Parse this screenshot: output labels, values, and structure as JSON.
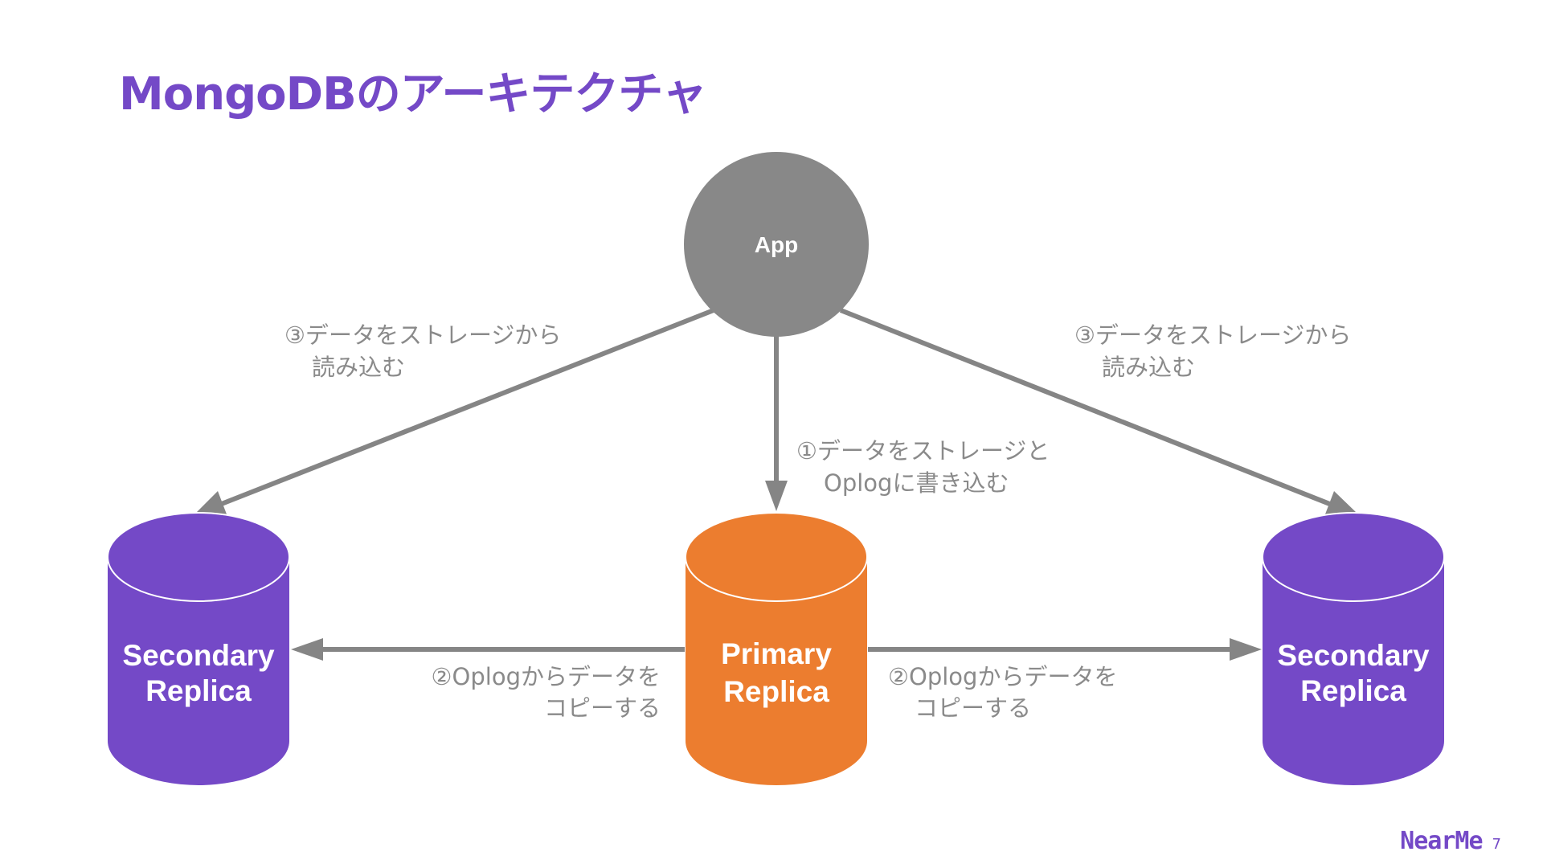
{
  "slide": {
    "title": "MongoDBのアーキテクチャ",
    "page_number": "7",
    "brand": "NearMe"
  },
  "diagram": {
    "app": {
      "label": "App"
    },
    "nodes": {
      "secondary_left": {
        "line1": "Secondary",
        "line2": "Replica"
      },
      "primary": {
        "line1": "Primary",
        "line2": "Replica"
      },
      "secondary_right": {
        "line1": "Secondary",
        "line2": "Replica"
      }
    },
    "edges": {
      "read_left": {
        "line1": "③データをストレージから",
        "line2": "読み込む"
      },
      "read_right": {
        "line1": "③データをストレージから",
        "line2": "読み込む"
      },
      "write_primary": {
        "line1": "①データをストレージと",
        "line2": "Oplogに書き込む"
      },
      "copy_left": {
        "line1": "②Oplogからデータを",
        "line2": "コピーする"
      },
      "copy_right": {
        "line1": "②Oplogからデータを",
        "line2": "コピーする"
      }
    },
    "colors": {
      "title": "#7449C7",
      "secondary": "#7449C7",
      "primary": "#EC7D2F",
      "app": "#888888",
      "arrow": "#858585",
      "annotation": "#8a8a8a"
    }
  }
}
